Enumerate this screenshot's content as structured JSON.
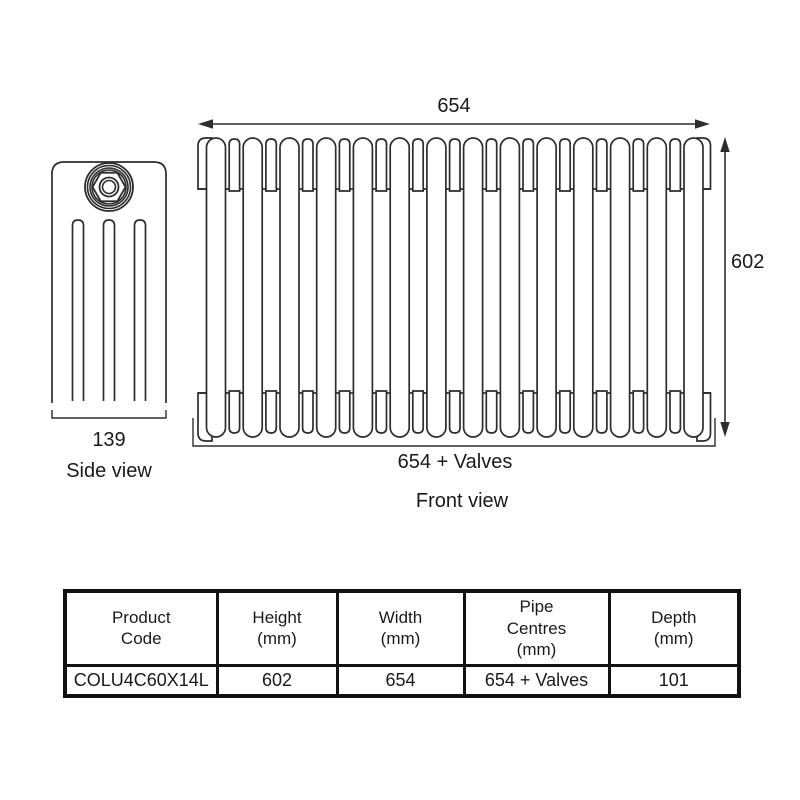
{
  "drawing": {
    "front": {
      "width_dim": "654",
      "height_dim": "602",
      "pipe_centres_dim": "654 + Valves",
      "label": "Front view"
    },
    "side": {
      "depth_dim": "139",
      "label": "Side view"
    }
  },
  "table": {
    "headers": [
      [
        "Product",
        "Code"
      ],
      [
        "Height",
        "(mm)"
      ],
      [
        "Width",
        "(mm)"
      ],
      [
        "Pipe",
        "Centres",
        "(mm)"
      ],
      [
        "Depth",
        "(mm)"
      ]
    ],
    "row": [
      "COLU4C60X14L",
      "602",
      "654",
      "654 + Valves",
      "101"
    ]
  },
  "colors": {
    "line": "#2d2d2d",
    "text": "#1a1a1a",
    "table_border": "#111111",
    "background": "#ffffff"
  }
}
